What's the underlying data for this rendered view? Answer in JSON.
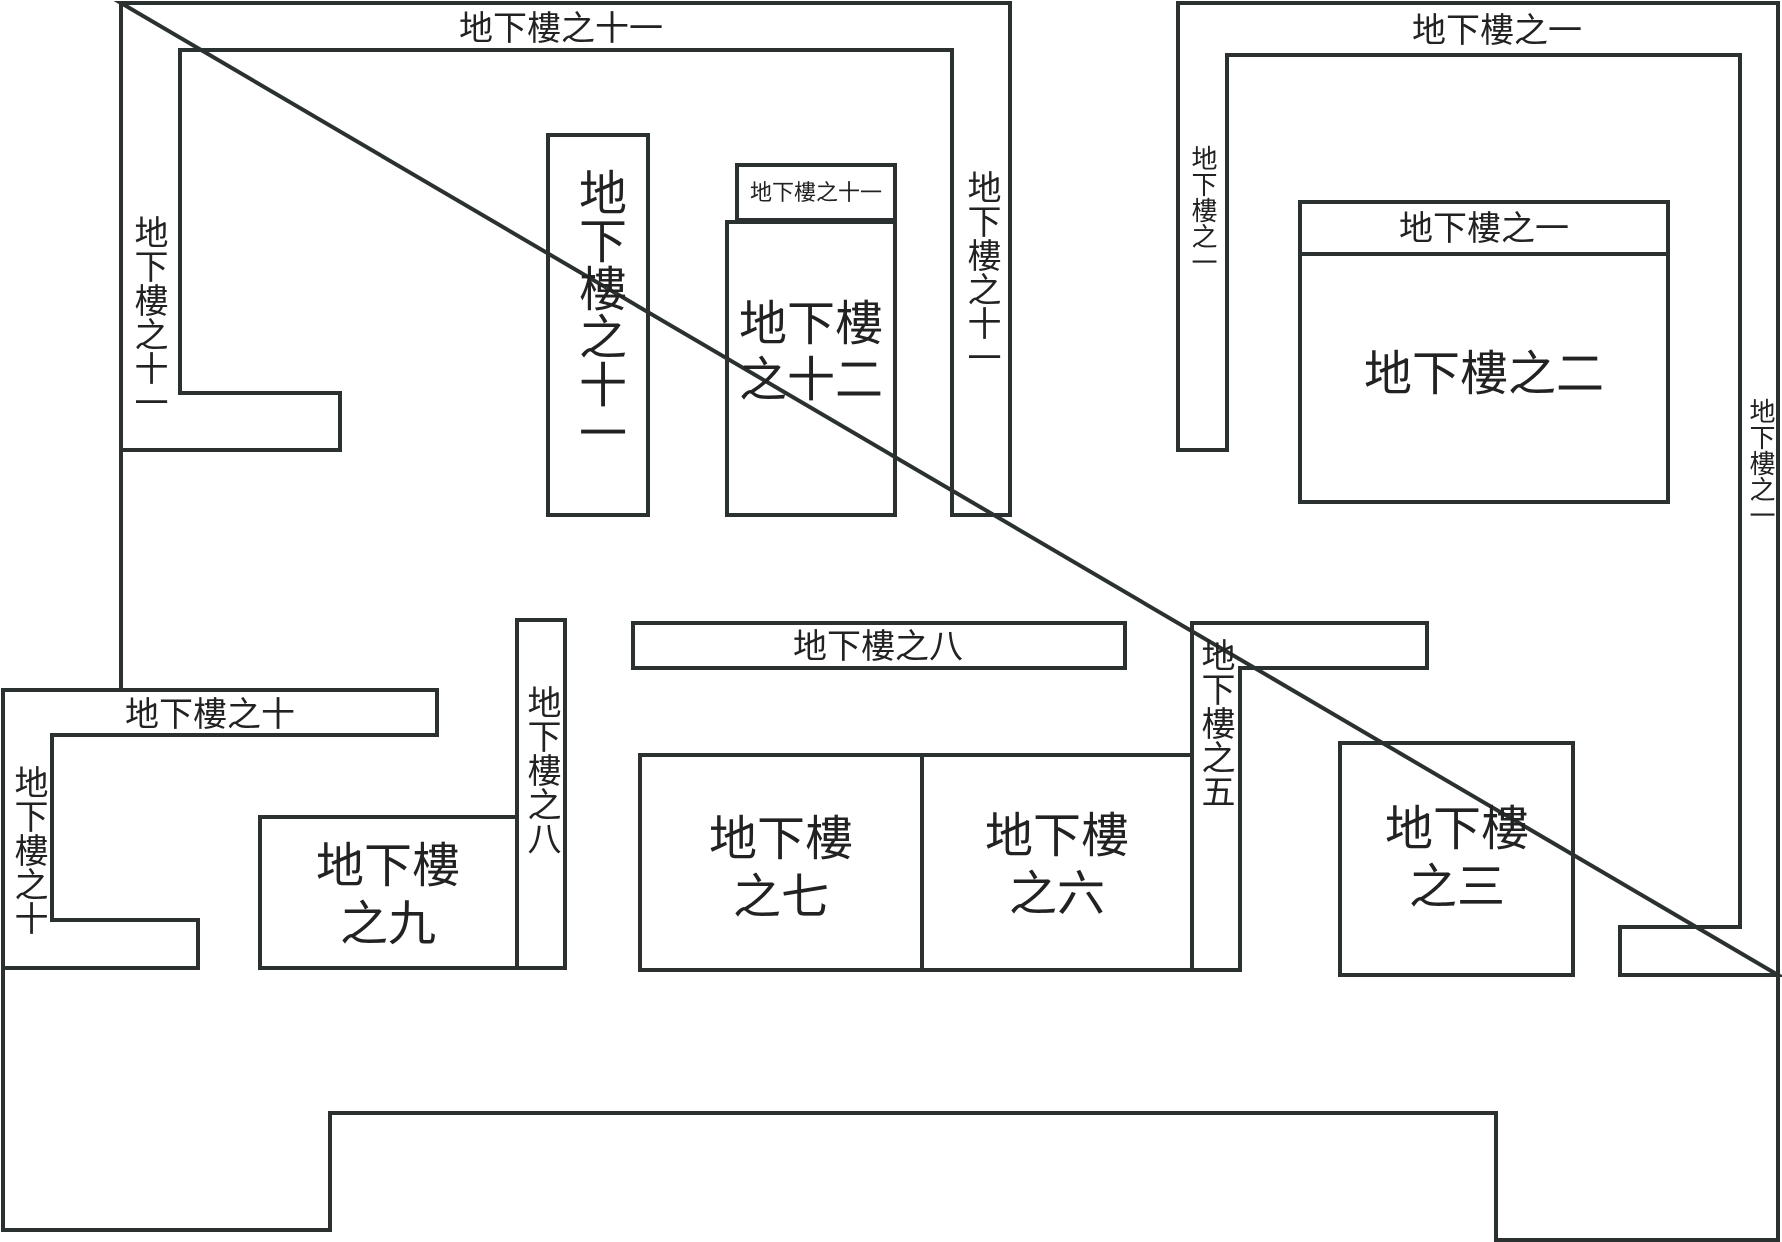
{
  "floor_plan": {
    "plots": {
      "b11_outer_top": "地下樓之十一",
      "b11_outer_left": "地下樓之十一",
      "b11_outer_right": "地下樓之十一",
      "b11_tall_block": "地下樓之十一",
      "b11_small_strip": "地下樓之十一",
      "b12": [
        "地下樓",
        "之十二"
      ],
      "b1_outer_top": "地下樓之一",
      "b1_outer_left": "地下樓之一",
      "b1_outer_right": "地下樓之一",
      "b1_strip": "地下樓之一",
      "b2": "地下樓之二",
      "b8_strip": "地下樓之八",
      "b8_vertical": "地下樓之八",
      "b10_strip": "地下樓之十",
      "b10_vertical": "地下樓之十",
      "b9": [
        "地下樓",
        "之九"
      ],
      "b7": [
        "地下樓",
        "之七"
      ],
      "b6": [
        "地下樓",
        "之六"
      ],
      "b5": "地下樓之五",
      "b3": [
        "地下樓",
        "之三"
      ]
    }
  }
}
